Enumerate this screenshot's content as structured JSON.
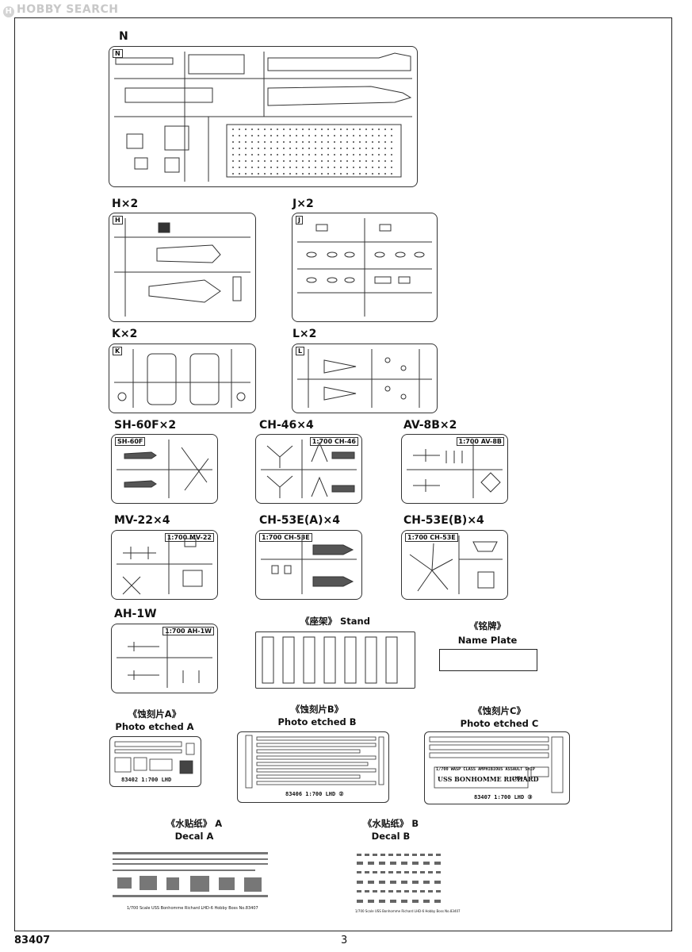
{
  "watermark": {
    "icon": "hobby-search-logo-icon",
    "text": "HOBBY SEARCH"
  },
  "sprues": {
    "N": {
      "label": "N",
      "tag": "N"
    },
    "H": {
      "label": "H×2",
      "tag": "H"
    },
    "J": {
      "label": "J×2",
      "tag": "J"
    },
    "K": {
      "label": "K×2",
      "tag": "K"
    },
    "L": {
      "label": "L×2",
      "tag": "L"
    },
    "SH60F": {
      "label": "SH-60F×2",
      "tag": "SH-60F"
    },
    "CH46": {
      "label": "CH-46×4",
      "tag": "1:700 CH-46"
    },
    "AV8B": {
      "label": "AV-8B×2",
      "tag": "1:700 AV-8B"
    },
    "MV22": {
      "label": "MV-22×4",
      "tag": "1:700 MV-22"
    },
    "CH53A": {
      "label": "CH-53E(A)×4",
      "tag": "1:700 CH-53E"
    },
    "CH53B": {
      "label": "CH-53E(B)×4",
      "tag": "1:700 CH-53E"
    },
    "AH1W": {
      "label": "AH-1W",
      "tag": "1:700 AH-1W"
    }
  },
  "stand": {
    "label": "《座架》 Stand"
  },
  "name_plate": {
    "label_cn": "《铭牌》",
    "label_en": "Name Plate"
  },
  "photo_etched": {
    "A": {
      "label_cn": "《蚀刻片A》",
      "label_en": "Photo etched A",
      "code": "83402 1:700 LHD"
    },
    "B": {
      "label_cn": "《蚀刻片B》",
      "label_en": "Photo etched B",
      "code": "83406 1:700 LHD ②"
    },
    "C": {
      "label_cn": "《蚀刻片C》",
      "label_en": "Photo etched C",
      "code": "83407 1:700 LHD ③",
      "line1": "1/700 WASP CLASS AMPHIBIOUS ASSAULT SHIP",
      "line2": "USS BONHOMME RICHARD",
      "line3": "LHD-6"
    }
  },
  "decals": {
    "A": {
      "label_cn": "《水贴纸》 A",
      "label_en": "Decal A",
      "caption": "1/700 Scale USS Bonhomme Richard LHD-6 Hobby Boss No.83407"
    },
    "B": {
      "label_cn": "《水贴纸》 B",
      "label_en": "Decal B",
      "caption": "1/700 Scale USS Bonhomme Richard LHD-6 Hobby Boss No.83407"
    }
  },
  "footer": {
    "kit_number": "83407",
    "page_number": "3"
  }
}
